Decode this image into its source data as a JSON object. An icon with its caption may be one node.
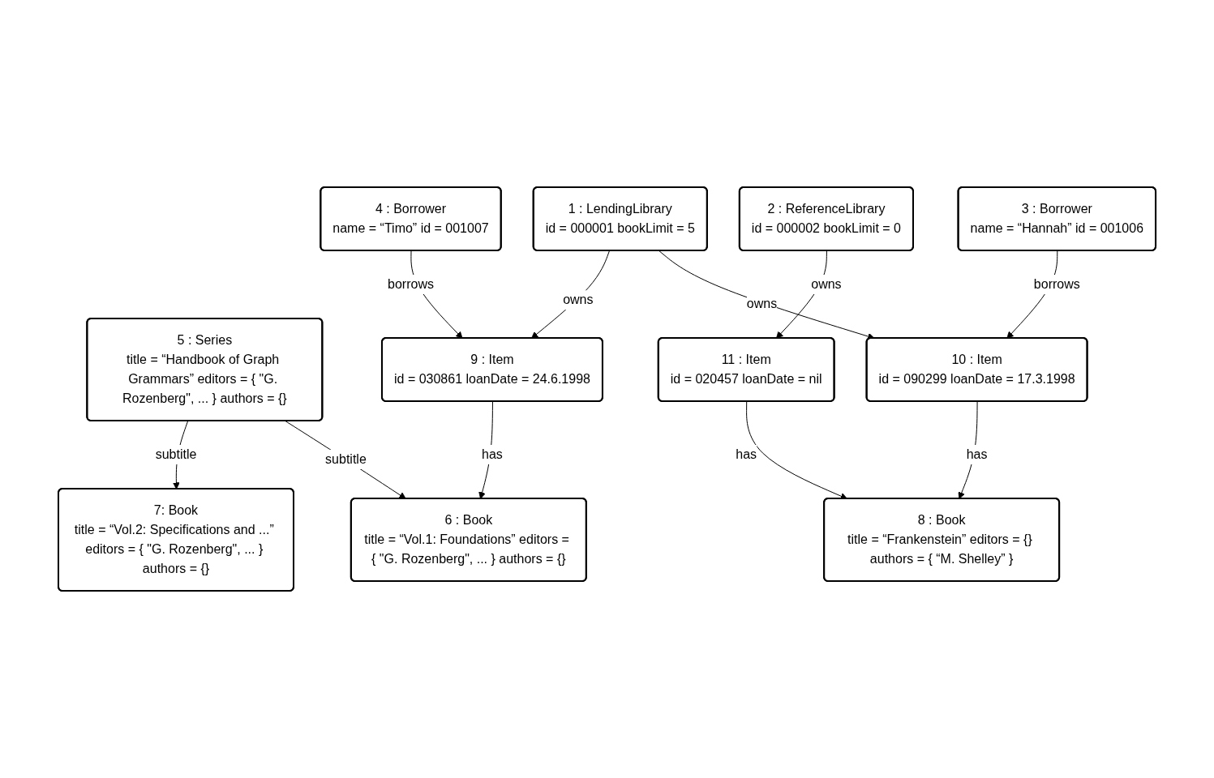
{
  "diagram": {
    "nodes": [
      {
        "text": [
          "3 : Borrower",
          "name = “Hannah” id = 001006"
        ]
      },
      {
        "text": [
          "4 : Borrower",
          "name = “Timo” id = 001007"
        ]
      },
      {
        "text": [
          "5 : Series",
          "title = “Handbook of Graph Grammars” editors = { \"G. Rozenberg\", ... } authors = {}"
        ]
      },
      {
        "text": [
          "9 : Item",
          "id = 030861 loanDate = 24.6.1998"
        ]
      },
      {
        "text": [
          "6 : Book",
          "title = “Vol.1: Foundations” editors = { \"G. Rozenberg\", ... } authors = {}"
        ]
      },
      {
        "text": [
          "10 : Item",
          "id = 090299 loanDate = 17.3.1998"
        ]
      },
      {
        "text": [
          "7: Book",
          "title = “Vol.2: Specifications and ...” editors = { \"G. Rozenberg\", ... } authors = {}"
        ]
      },
      {
        "text": [
          "11 : Item",
          "id = 020457 loanDate = nil"
        ]
      },
      {
        "text": [
          "8 : Book",
          "title = “Frankenstein” editors = {} authors = { “M. Shelley” }"
        ]
      },
      {
        "text": [
          "1 : LendingLibrary",
          "id = 000001 bookLimit = 5"
        ]
      },
      {
        "text": [
          "2 : ReferenceLibrary",
          "id = 000002 bookLimit = 0"
        ]
      }
    ],
    "edges": [
      {
        "from": 0,
        "to": 5,
        "arrow": "to",
        "label": "borrows"
      },
      {
        "from": 1,
        "to": 3,
        "arrow": "to",
        "label": "borrows"
      },
      {
        "from": 2,
        "to": 4,
        "arrow": "to",
        "label": "subtitle"
      },
      {
        "from": 2,
        "to": 6,
        "arrow": "to",
        "label": "subtitle"
      },
      {
        "from": 3,
        "to": 4,
        "arrow": "to",
        "label": "has"
      },
      {
        "from": 5,
        "to": 8,
        "arrow": "to",
        "label": "has"
      },
      {
        "from": 7,
        "to": 8,
        "arrow": "to",
        "label": "has"
      },
      {
        "from": 9,
        "to": 5,
        "arrow": "to",
        "label": "owns"
      },
      {
        "from": 9,
        "to": 3,
        "arrow": "to",
        "label": "owns"
      },
      {
        "from": 10,
        "to": 7,
        "arrow": "to",
        "label": "owns"
      }
    ]
  }
}
